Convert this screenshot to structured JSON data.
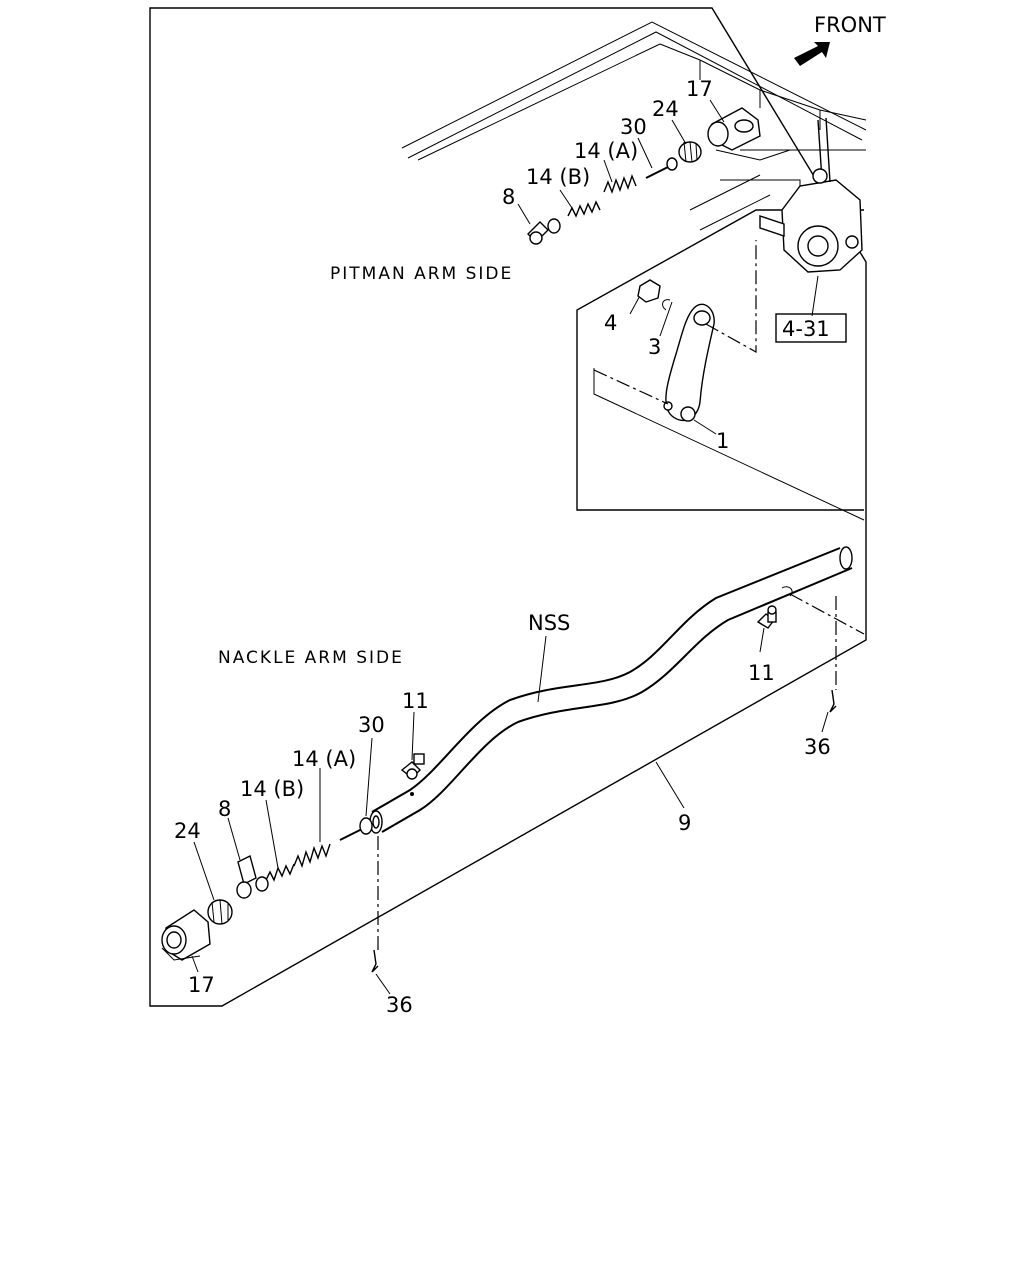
{
  "orientation": {
    "label": "FRONT",
    "icon": "arrow-front-icon"
  },
  "sides": {
    "pitman": "PITMAN ARM SIDE",
    "nackle": "NACKLE ARM SIDE"
  },
  "pitman_callouts": {
    "p17": "17",
    "p24": "24",
    "p30": "30",
    "p14a": "14 (A)",
    "p14b": "14 (B)",
    "p8": "8",
    "p4": "4",
    "p3": "3",
    "p1": "1"
  },
  "reference_box": "4-31",
  "rod_callouts": {
    "nss": "NSS",
    "p11_right": "11",
    "p36_right": "36",
    "p9": "9"
  },
  "nackle_callouts": {
    "p11": "11",
    "p30": "30",
    "p14a": "14 (A)",
    "p14b": "14 (B)",
    "p8": "8",
    "p24": "24",
    "p17": "17",
    "p36": "36"
  }
}
